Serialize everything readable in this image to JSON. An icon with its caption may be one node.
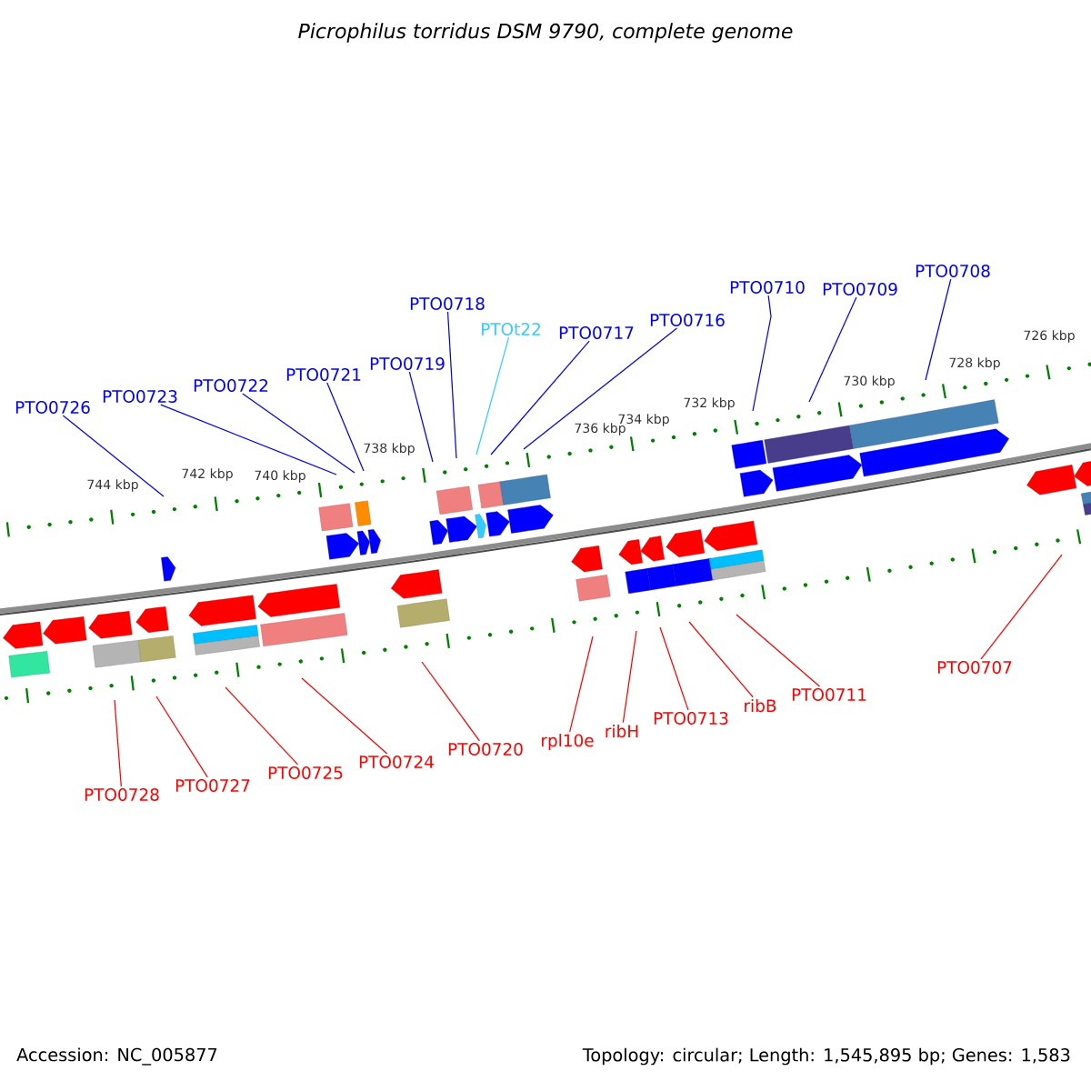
{
  "diagram": {
    "title": "Picrophilus torridus DSM 9790, complete genome",
    "nodes": [
      {
        "text": [
          "PTO0726"
        ]
      },
      {
        "text": [
          "PTO0723"
        ]
      },
      {
        "text": [
          "PTO0722"
        ]
      },
      {
        "text": [
          "PTO0721"
        ]
      },
      {
        "text": [
          "PTO0719"
        ]
      },
      {
        "text": [
          "PTO0718"
        ]
      },
      {
        "text": [
          "PTOt22"
        ]
      },
      {
        "text": [
          "PTO0717"
        ]
      },
      {
        "text": [
          "PTO0716"
        ]
      },
      {
        "text": [
          "PTO0710"
        ]
      },
      {
        "text": [
          "PTO0709"
        ]
      },
      {
        "text": [
          "PTO0708"
        ]
      },
      {
        "text": [
          "PTO0728"
        ]
      },
      {
        "text": [
          "PTO0727"
        ]
      },
      {
        "text": [
          "PTO0725"
        ]
      },
      {
        "text": [
          "PTO0724"
        ]
      },
      {
        "text": [
          "PTO0720"
        ]
      },
      {
        "text": [
          "rpl10e"
        ]
      },
      {
        "text": [
          "ribH"
        ]
      },
      {
        "text": [
          "PTO0713"
        ]
      },
      {
        "text": [
          "ribB"
        ]
      },
      {
        "text": [
          "PTO0711"
        ]
      },
      {
        "text": [
          "PTO0707"
        ]
      }
    ],
    "edges": [
      {
        "from": 0,
        "to": null,
        "arrow": "none",
        "color": "#0000ff"
      },
      {
        "from": 1,
        "to": null,
        "arrow": "none",
        "color": "#0000ff"
      },
      {
        "from": 2,
        "to": null,
        "arrow": "none",
        "color": "#0000ff"
      },
      {
        "from": 3,
        "to": null,
        "arrow": "none",
        "color": "#0000ff"
      },
      {
        "from": 4,
        "to": null,
        "arrow": "none",
        "color": "#0000ff"
      },
      {
        "from": 5,
        "to": null,
        "arrow": "none",
        "color": "#0000ff"
      },
      {
        "from": 6,
        "to": null,
        "arrow": "none",
        "color": "#33ccff"
      },
      {
        "from": 7,
        "to": null,
        "arrow": "none",
        "color": "#0000ff"
      },
      {
        "from": 8,
        "to": null,
        "arrow": "none",
        "color": "#0000ff"
      },
      {
        "from": 9,
        "to": null,
        "arrow": "none",
        "color": "#0000ff"
      },
      {
        "from": 10,
        "to": null,
        "arrow": "none",
        "color": "#0000ff"
      },
      {
        "from": 11,
        "to": null,
        "arrow": "none",
        "color": "#0000ff"
      },
      {
        "from": 12,
        "to": null,
        "arrow": "none",
        "color": "#ff0000"
      },
      {
        "from": 13,
        "to": null,
        "arrow": "none",
        "color": "#ff0000"
      },
      {
        "from": 14,
        "to": null,
        "arrow": "none",
        "color": "#ff0000"
      },
      {
        "from": 15,
        "to": null,
        "arrow": "none",
        "color": "#ff0000"
      },
      {
        "from": 16,
        "to": null,
        "arrow": "none",
        "color": "#ff0000"
      },
      {
        "from": 17,
        "to": null,
        "arrow": "none",
        "color": "#ff0000"
      },
      {
        "from": 18,
        "to": null,
        "arrow": "none",
        "color": "#ff0000"
      },
      {
        "from": 19,
        "to": null,
        "arrow": "none",
        "color": "#ff0000"
      },
      {
        "from": 20,
        "to": null,
        "arrow": "none",
        "color": "#ff0000"
      },
      {
        "from": 21,
        "to": null,
        "arrow": "none",
        "color": "#ff0000"
      },
      {
        "from": 22,
        "to": null,
        "arrow": "none",
        "color": "#ff0000"
      }
    ],
    "labels": [
      "744 kbp",
      "742 kbp",
      "740 kbp",
      "738 kbp",
      "736 kbp",
      "734 kbp",
      "732 kbp",
      "730 kbp",
      "728 kbp",
      "726 kbp",
      "Accession: NC_005877",
      "Topology: circular; Length: 1,545,895 bp; Genes: 1,583"
    ]
  }
}
